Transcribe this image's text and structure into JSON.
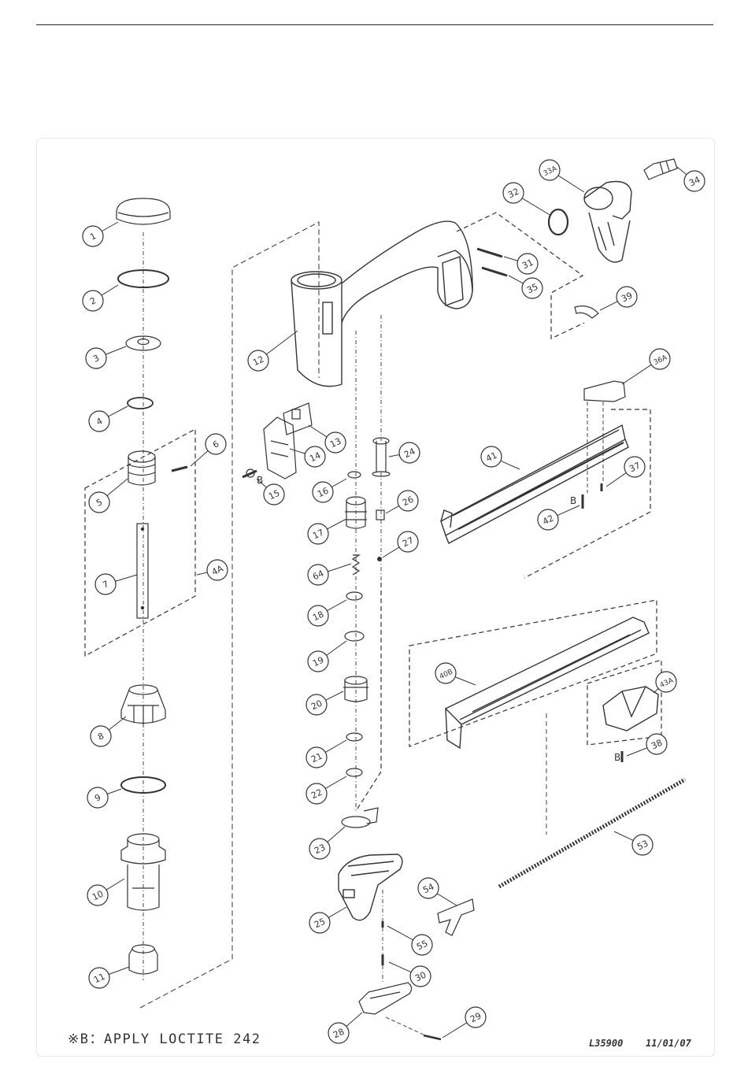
{
  "note": "※B：APPLY LOCTITE 242",
  "drawing_number": "L35900",
  "drawing_date": "11/01/07",
  "loctite_marker": "B",
  "parts": [
    {
      "id": "p1",
      "label": "1"
    },
    {
      "id": "p2",
      "label": "2"
    },
    {
      "id": "p3",
      "label": "3"
    },
    {
      "id": "p4",
      "label": "4"
    },
    {
      "id": "p5",
      "label": "5"
    },
    {
      "id": "p6",
      "label": "6"
    },
    {
      "id": "p7",
      "label": "7"
    },
    {
      "id": "p4a",
      "label": "4A"
    },
    {
      "id": "p8",
      "label": "8"
    },
    {
      "id": "p9",
      "label": "9"
    },
    {
      "id": "p10",
      "label": "10"
    },
    {
      "id": "p11",
      "label": "11"
    },
    {
      "id": "p12",
      "label": "12"
    },
    {
      "id": "p13",
      "label": "13"
    },
    {
      "id": "p14",
      "label": "14"
    },
    {
      "id": "p15",
      "label": "15"
    },
    {
      "id": "p16",
      "label": "16"
    },
    {
      "id": "p17",
      "label": "17"
    },
    {
      "id": "p64",
      "label": "64"
    },
    {
      "id": "p18",
      "label": "18"
    },
    {
      "id": "p19",
      "label": "19"
    },
    {
      "id": "p20",
      "label": "20"
    },
    {
      "id": "p21",
      "label": "21"
    },
    {
      "id": "p22",
      "label": "22"
    },
    {
      "id": "p23",
      "label": "23"
    },
    {
      "id": "p24",
      "label": "24"
    },
    {
      "id": "p26",
      "label": "26"
    },
    {
      "id": "p27",
      "label": "27"
    },
    {
      "id": "p25",
      "label": "25"
    },
    {
      "id": "p55",
      "label": "55"
    },
    {
      "id": "p30",
      "label": "30"
    },
    {
      "id": "p28",
      "label": "28"
    },
    {
      "id": "p29",
      "label": "29"
    },
    {
      "id": "p32",
      "label": "32"
    },
    {
      "id": "p33a",
      "label": "33A"
    },
    {
      "id": "p34",
      "label": "34"
    },
    {
      "id": "p31",
      "label": "31"
    },
    {
      "id": "p35",
      "label": "35"
    },
    {
      "id": "p39",
      "label": "39"
    },
    {
      "id": "p36a",
      "label": "36A"
    },
    {
      "id": "p41",
      "label": "41"
    },
    {
      "id": "p37",
      "label": "37"
    },
    {
      "id": "p42",
      "label": "42"
    },
    {
      "id": "p40b",
      "label": "40B"
    },
    {
      "id": "p43a",
      "label": "43A"
    },
    {
      "id": "p38",
      "label": "38"
    },
    {
      "id": "p53",
      "label": "53"
    },
    {
      "id": "p54",
      "label": "54"
    }
  ]
}
